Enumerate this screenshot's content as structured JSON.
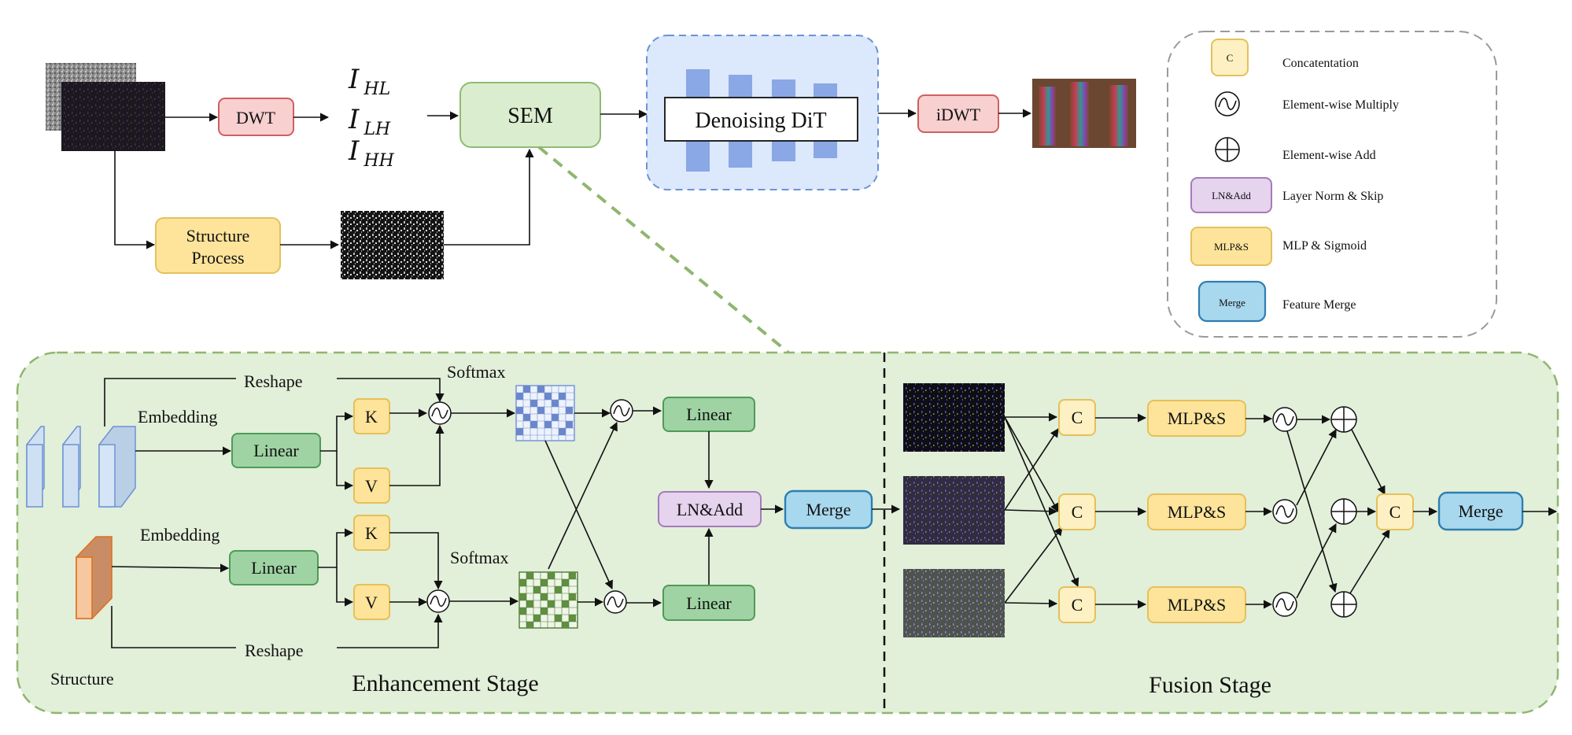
{
  "top": {
    "dwt": "DWT",
    "subbands": [
      "HL",
      "LH",
      "HH"
    ],
    "subband_symbol": "I",
    "sem": "SEM",
    "dit": "Denoising DiT",
    "idwt": "iDWT",
    "structure_process_line1": "Structure",
    "structure_process_line2": "Process"
  },
  "legend": {
    "items": [
      {
        "symbol": "C",
        "text": "Concatentation"
      },
      {
        "symbol": "",
        "text": "Element-wise Multiply"
      },
      {
        "symbol": "",
        "text": "Element-wise Add"
      },
      {
        "symbol": "LN&Add",
        "text": "Layer Norm & Skip"
      },
      {
        "symbol": "MLP&S",
        "text": "MLP & Sigmoid"
      },
      {
        "symbol": "Merge",
        "text": "Feature Merge"
      }
    ]
  },
  "enhancement": {
    "title": "Enhancement Stage",
    "reshape": "Reshape",
    "embedding": "Embedding",
    "softmax": "Softmax",
    "linear": "Linear",
    "k": "K",
    "v": "V",
    "ln_add": "LN&Add",
    "merge": "Merge",
    "structure": "Structure"
  },
  "fusion": {
    "title": "Fusion Stage",
    "c": "C",
    "mlp": "MLP&S",
    "merge": "Merge"
  },
  "colors": {
    "pink_fill": "#f8d0d0",
    "pink_stroke": "#d05f60",
    "green_fill": "#dbedcf",
    "green_stroke": "#8dbb73",
    "yellow_fill": "#fde49a",
    "yellow_stroke": "#e5c05a",
    "lightyellow_fill": "#fdf0c2",
    "blue_fill": "#dce8fb",
    "blue_stroke": "#6d92d6",
    "bar": "#8aa7e6",
    "linear_fill": "#9fd3a3",
    "linear_stroke": "#4f9a58",
    "purple_fill": "#e6d3ee",
    "purple_stroke": "#a47bba",
    "merge_fill": "#a8d8ee",
    "merge_stroke": "#2e7eb0",
    "panel_fill": "#e2efd9",
    "panel_stroke": "#8fb66f"
  }
}
